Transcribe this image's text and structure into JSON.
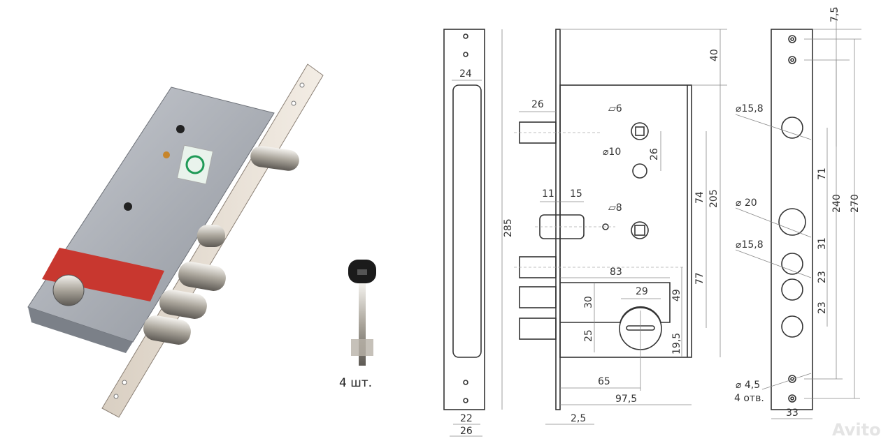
{
  "product": {
    "key_count_label": "4 шт.",
    "watermark": "Avito"
  },
  "front_view": {
    "width_inner": "24",
    "height": "285",
    "width_a": "22",
    "width_b": "26"
  },
  "side_view": {
    "top_offset": "40",
    "bolt_projection": "26",
    "square_6": "6",
    "hole_10": "⌀10",
    "spacing_26": "26",
    "latch_11": "11",
    "latch_15": "15",
    "square_8": "8",
    "dim_74": "74",
    "dim_205": "205",
    "dim_77": "77",
    "dim_83": "83",
    "dim_29": "29",
    "dim_30": "30",
    "dim_25": "25",
    "dim_49": "49",
    "dim_19_5": "19,5",
    "dim_65": "65",
    "dim_97_5": "97,5",
    "dim_2_5": "2,5"
  },
  "strike_plate": {
    "top_7_5": "7,5",
    "hole_15_8_a": "⌀15,8",
    "hole_20": "⌀ 20",
    "hole_15_8_b": "⌀15,8",
    "dim_71": "71",
    "dim_240": "240",
    "dim_270": "270",
    "dim_31": "31",
    "dim_23_a": "23",
    "dim_23_b": "23",
    "hole_4_5": "⌀ 4,5",
    "holes_count": "4 отв.",
    "width_33": "33"
  }
}
